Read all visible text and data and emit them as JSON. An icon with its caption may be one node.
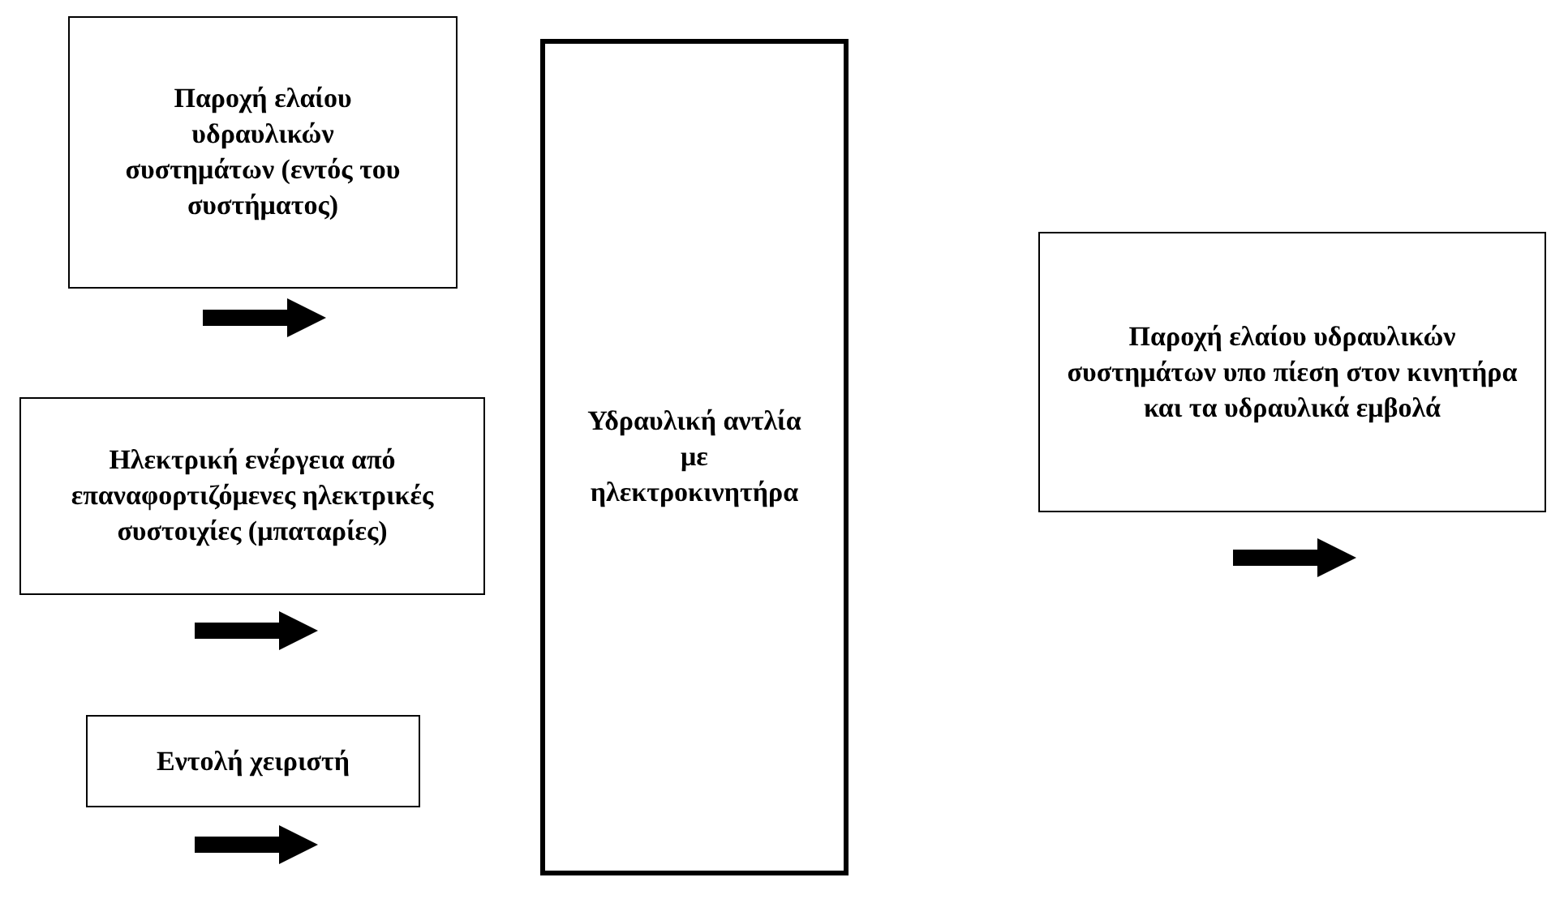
{
  "diagram": {
    "nodes": [
      {
        "text": [
          "Παροχή ελαίου υδραυλικών συστημάτων (εντός του συστήματος)"
        ]
      },
      {
        "text": [
          "Ηλεκτρική ενέργεια από επαναφορτιζόμενες ηλεκτρικές συστοιχίες (μπαταρίες)"
        ]
      },
      {
        "text": [
          "Εντολή χειριστή"
        ]
      },
      {
        "text": [
          "Υδραυλική αντλία με ηλεκτροκινητήρα"
        ]
      },
      {
        "text": [
          "Παροχή ελαίου υδραυλικών συστημάτων υπο πίεση στον κινητήρα και τα υδραυλικά εμβολά"
        ]
      }
    ]
  }
}
